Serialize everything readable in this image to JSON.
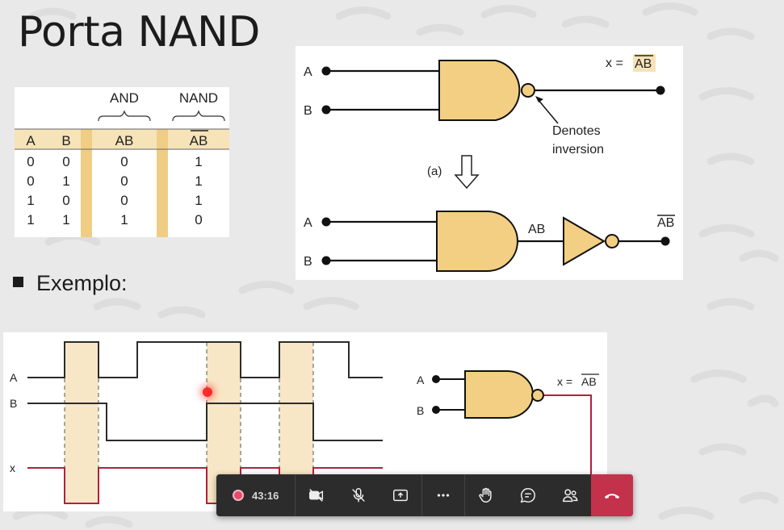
{
  "slide": {
    "title": "Porta NAND",
    "bullet": "Exemplo:"
  },
  "truth_table": {
    "group_labels": {
      "and": "AND",
      "nand": "NAND"
    },
    "headers": [
      "A",
      "B",
      "AB",
      "AB"
    ],
    "rows": [
      [
        "0",
        "0",
        "0",
        "1"
      ],
      [
        "0",
        "1",
        "0",
        "1"
      ],
      [
        "1",
        "0",
        "0",
        "1"
      ],
      [
        "1",
        "1",
        "1",
        "0"
      ]
    ]
  },
  "gate_diagram": {
    "input_a": "A",
    "input_b": "B",
    "output_label_prefix": "x =",
    "output_label_overlined": "AB",
    "annotation_line1": "Denotes",
    "annotation_line2": "inversion",
    "part_label": "(a)",
    "middle_label": "AB",
    "final_output_overlined": "AB"
  },
  "example": {
    "signal_labels": [
      "A",
      "B",
      "x"
    ],
    "gate_input_a": "A",
    "gate_input_b": "B",
    "gate_output_prefix": "x =",
    "gate_output_overlined": "AB"
  },
  "toolbar": {
    "timer": "43:16",
    "recording_color": "#e84a6a",
    "hangup_color": "#c4314b",
    "buttons": [
      "camera-off-icon",
      "mic-off-icon",
      "share-screen-icon",
      "more-icon",
      "raise-hand-icon",
      "chat-icon",
      "people-icon"
    ]
  },
  "colors": {
    "gate_fill": "#f2cf82",
    "highlight_fill": "#f8e7c6",
    "signal_x": "#b0203e"
  }
}
